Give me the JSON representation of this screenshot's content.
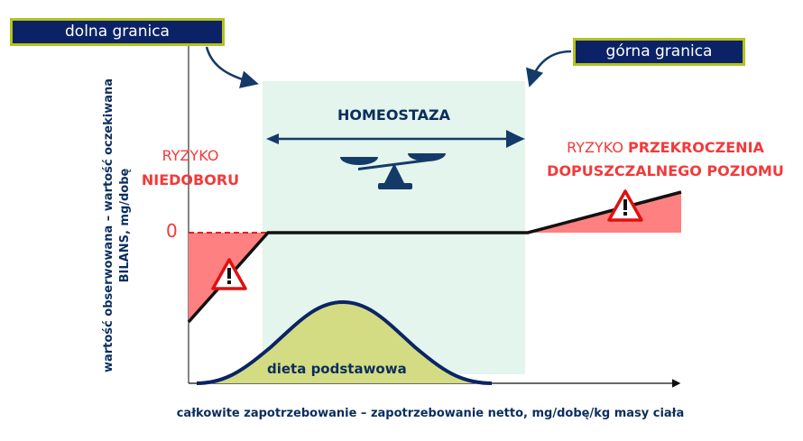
{
  "labels": {
    "lower_limit": "dolna granica",
    "upper_limit": "górna granica",
    "homeostasis": "HOMEOSTAZA",
    "risk_left_1": "RYZYKO",
    "risk_left_2": "NIEDOBORU",
    "risk_right_1": "RYZYKO",
    "risk_right_1b": "PRZEKROCZENIA",
    "risk_right_2": "DOPUSZCZALNEGO POZIOMU",
    "zero": "0",
    "basic_diet": "dieta podstawowa",
    "y_axis_line1": "wartość obserwowana – wartość oczekiwana",
    "y_axis_line2": "BILANS, mg/dobę",
    "x_axis": "całkowite zapotrzebowanie – zapotrzebowanie netto, mg/dobę/kg masy ciała"
  },
  "colors": {
    "navy": "#0b2366",
    "accent_border": "#b5c21a",
    "homeostasis_bg": "#e3f5ec",
    "risk_red": "#f23a3a",
    "risk_fill": "#ff8080",
    "diet_fill": "#d3dc82"
  }
}
